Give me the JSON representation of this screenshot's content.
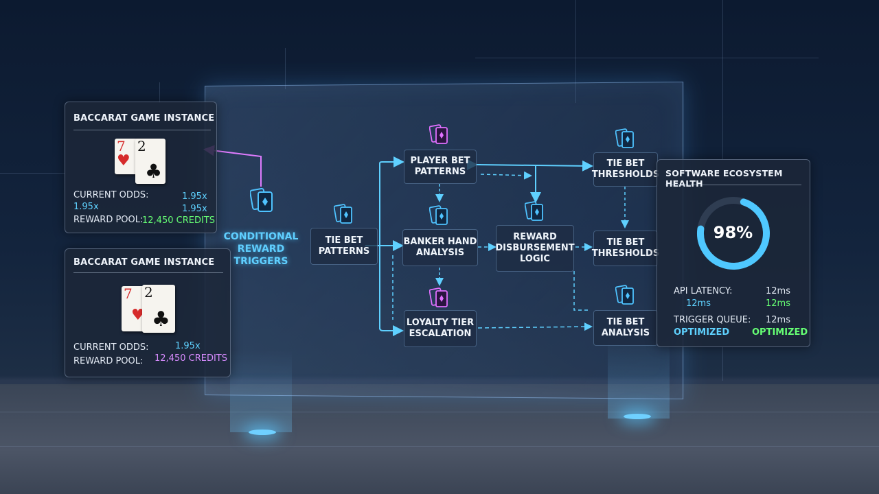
{
  "left_panels": [
    {
      "title": "BACCARAT GAME INSTANCE",
      "cards": [
        {
          "rank": "7",
          "suit": "♥",
          "color": "#d62b2b"
        },
        {
          "rank": "2",
          "suit": "♣",
          "color": "#111111"
        }
      ],
      "odds_label": "CURRENT ODDS:",
      "odds_value": "1.95x",
      "odds_value_2": "1.95x",
      "odds_value_3": "1.95x",
      "pool_label": "REWARD POOL:",
      "pool_value": "12,450 CREDITS"
    },
    {
      "title": "BACCARAT GAME INSTANCE",
      "cards": [
        {
          "rank": "7",
          "suit": "♥",
          "color": "#d62b2b"
        },
        {
          "rank": "2",
          "suit": "♣",
          "color": "#111111"
        }
      ],
      "odds_label": "CURRENT ODDS:",
      "odds_value": "1.95x",
      "pool_label": "REWARD POOL:",
      "pool_value": "12,450 CREDITS"
    }
  ],
  "diagram": {
    "conditional_label_1": "CONDITIONAL",
    "conditional_label_2": "REWARD TRIGGERS",
    "nodes": {
      "tie_bet_patterns": [
        "TIE BET",
        "PATTERNS"
      ],
      "player_bet_patterns": [
        "PLAYER BET",
        "PATTERNS"
      ],
      "banker_hand_analysis": [
        "BANKER HAND",
        "ANALYSIS"
      ],
      "loyalty_tier_escalation": [
        "LOYALTY TIER",
        "ESCALATION"
      ],
      "reward_disbursement_logic": [
        "REWARD",
        "DISBURSEMENT",
        "LOGIC"
      ],
      "tie_bet_thresholds_top": [
        "TIE BET",
        "THRESHOLDS"
      ],
      "tie_bet_thresholds_mid": [
        "TIE BET",
        "THRESHOLDS"
      ],
      "tie_bet_analysis": [
        "TIE BET",
        "ANALYSIS"
      ]
    },
    "icon_colors": {
      "cyan": "#4fc3ff",
      "magenta": "#e070ff"
    }
  },
  "health_panel": {
    "title": "SOFTWARE ECOSYSTEM HEALTH",
    "gauge_value": "98%",
    "gauge_fraction": 0.98,
    "api_label": "API LATENCY:",
    "api_value": "12ms",
    "api_value_2": "12ms",
    "api_value_3": "12ms",
    "queue_label": "TRIGGER QUEUE:",
    "queue_value": "12ms",
    "queue_status": "OPTIMIZED",
    "queue_status_2": "OPTIMIZED"
  }
}
